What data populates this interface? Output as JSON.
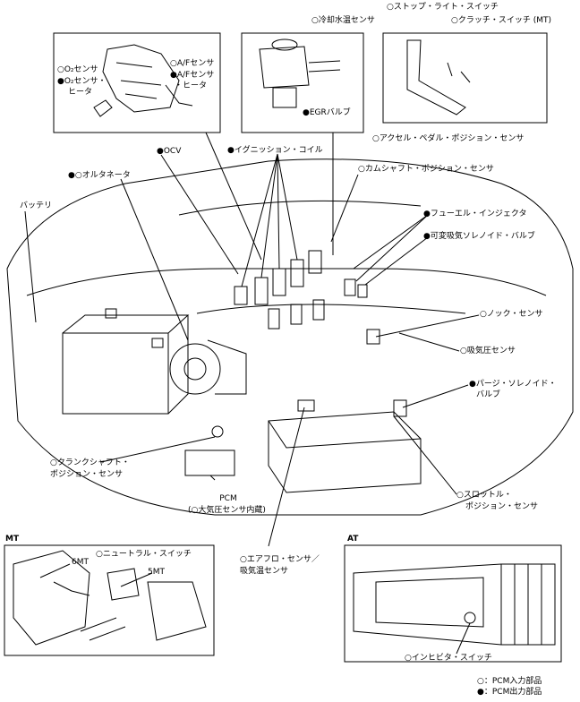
{
  "labels": {
    "stop_light": "○ストップ・ライト・スイッチ",
    "clutch": "○クラッチ・スイッチ (MT)",
    "coolant": "○冷却水温センサ",
    "o2_sensor": "○O₂センサ",
    "o2_heater_1": "●O₂センサ・",
    "o2_heater_2": "ヒータ",
    "af_sensor": "○A/Fセンサ",
    "af_heater_1": "●A/Fセンサ",
    "af_heater_2": "・ヒータ",
    "egr": "●EGRバルブ",
    "accel": "○アクセル・ペダル・ポジション・センサ",
    "ocv": "●OCV",
    "ignition": "●イグニッション・コイル",
    "alternator": "●○オルタネータ",
    "camshaft": "○カムシャフト・ポジション・センサ",
    "battery": "バッテリ",
    "injector": "●フューエル・インジェクタ",
    "intake_solenoid": "●可変吸気ソレノイド・バルブ",
    "knock": "○ノック・センサ",
    "map": "○吸気圧センサ",
    "purge_1": "●パージ・ソレノイド・",
    "purge_2": "バルブ",
    "crank_1": "○クランクシャフト・",
    "crank_2": "ポジション・センサ",
    "pcm_1": "PCM",
    "pcm_2": "(○大気圧センサ内蔵)",
    "throttle_1": "○スロットル・",
    "throttle_2": "ポジション・センサ",
    "mt_tag": "MT",
    "neutral": "○ニュートラル・スイッチ",
    "mt6": "6MT",
    "mt5": "5MT",
    "at_tag": "AT",
    "airflow_1": "○エアフロ・センサ／",
    "airflow_2": "吸気温センサ",
    "inhibitor": "○インヒビタ・スイッチ",
    "legend_input": "○：PCM入力部品",
    "legend_output": "●：PCM出力部品"
  }
}
